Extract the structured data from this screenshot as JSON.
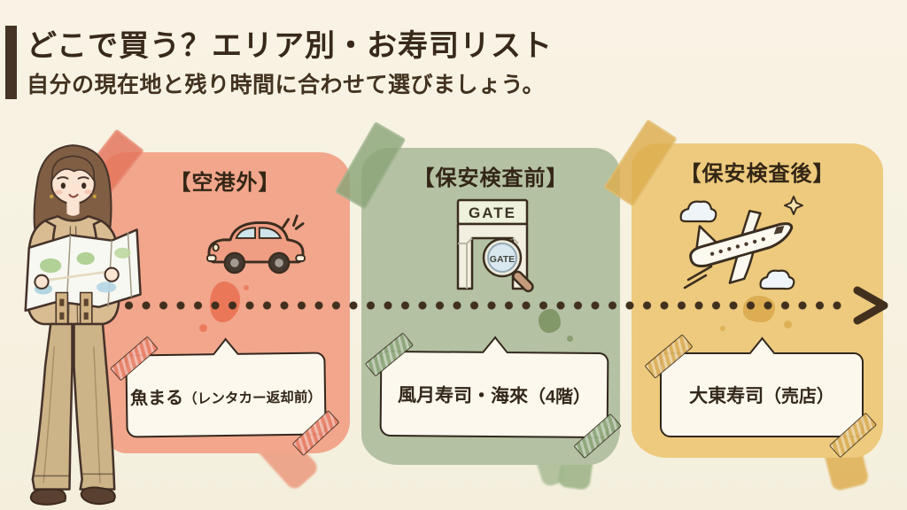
{
  "header": {
    "title": "どこで買う？エリア別・お寿司リスト",
    "subtitle": "自分の現在地と残り時間に合わせて選びましょう。"
  },
  "cards": [
    {
      "area_label": "【空港外】",
      "icon": "car-icon",
      "shop_main": "魚まる",
      "shop_sub": "（レンタカー返却前）",
      "color": "#f2a68c",
      "tape_color": "#e4735a"
    },
    {
      "area_label": "【保安検査前】",
      "icon": "security-gate-icon",
      "shop_main": "風月寿司・海來",
      "shop_sub": "（4階）",
      "color": "#b4c1a2",
      "tape_color": "#8ba478"
    },
    {
      "area_label": "【保安検査後】",
      "icon": "airplane-icon",
      "shop_main": "大東寿司",
      "shop_sub": "（売店）",
      "color": "#edca7d",
      "tape_color": "#ddad4e"
    }
  ],
  "gate_icon": {
    "sign_label": "GATE",
    "lens_label": "GATE"
  },
  "timeline": {
    "style": "dotted-line",
    "direction": "right"
  },
  "illustration": {
    "name": "woman-with-map"
  },
  "colors": {
    "background": "#f7f2e2",
    "text": "#38291a",
    "bubble_bg": "#fcf8ed",
    "outline": "#32271c",
    "timeline_dots": "#42301f"
  }
}
